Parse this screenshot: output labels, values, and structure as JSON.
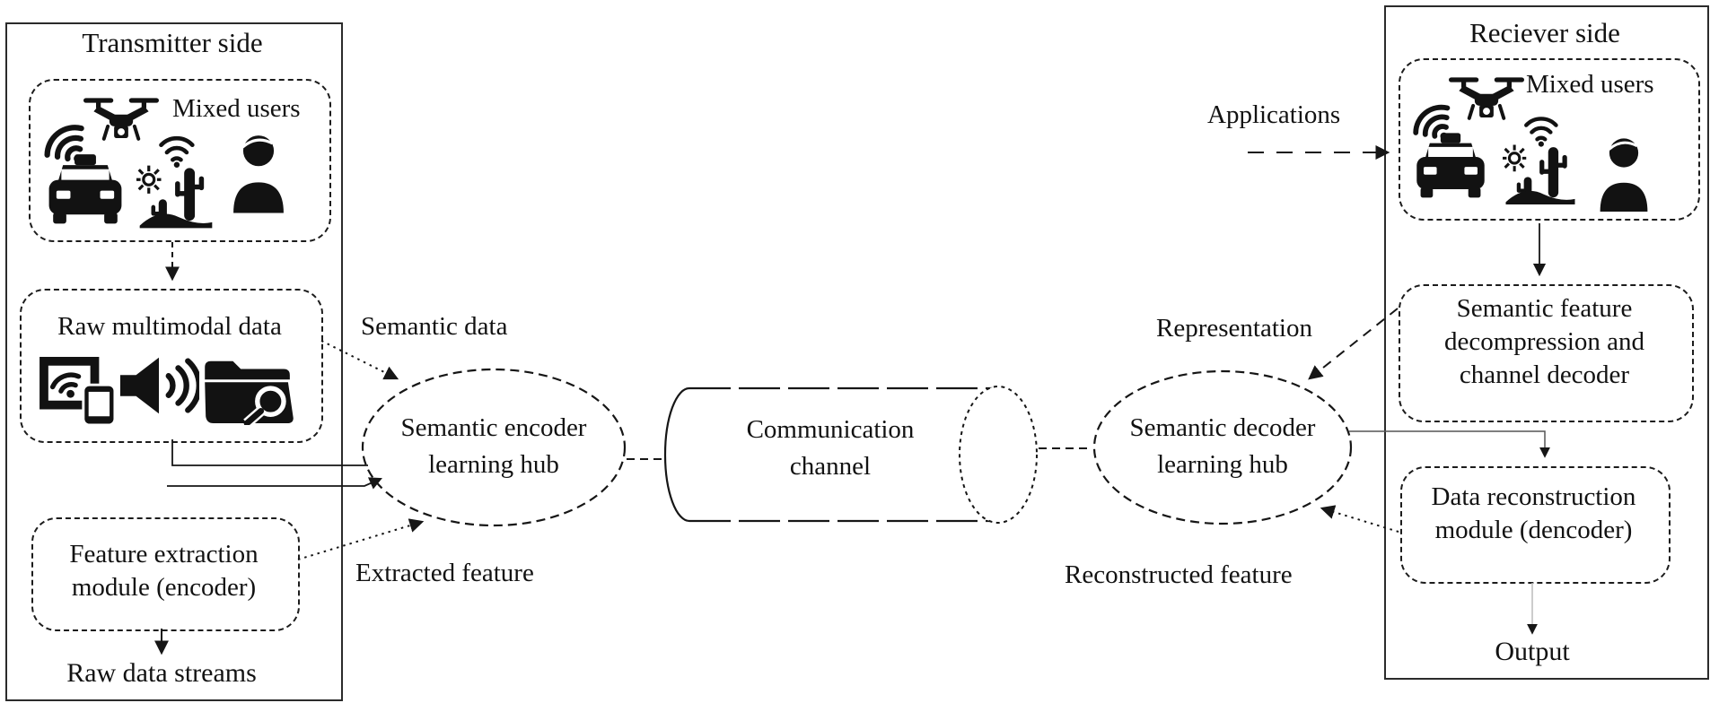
{
  "figure": {
    "colors": {
      "ink": "#121212",
      "background": "#ffffff"
    },
    "transmitter": {
      "title": "Transmitter side",
      "mixed_users": {
        "label": "Mixed users",
        "icons": [
          "wifi-icon",
          "drone-icon",
          "taxi-car-icon",
          "desert-cactus-sun-wifi-icon",
          "person-icon"
        ]
      },
      "raw_multimodal": {
        "label": "Raw multimodal data",
        "icons": [
          "smart-devices-wifi-icon",
          "speaker-sound-icon",
          "folder-search-icon"
        ]
      },
      "feature_extraction": {
        "line1": "Feature extraction",
        "line2": "module (encoder)"
      },
      "raw_data_streams": "Raw data streams"
    },
    "labels": {
      "semantic_data": "Semantic data",
      "extracted_feature": "Extracted feature",
      "representation": "Representation",
      "reconstructed_feature": "Reconstructed feature",
      "applications": "Applications"
    },
    "hubs": {
      "encoder": {
        "line1": "Semantic encoder",
        "line2": "learning hub"
      },
      "channel": {
        "line1": "Communication",
        "line2": "channel"
      },
      "decoder": {
        "line1": "Semantic decoder",
        "line2": "learning hub"
      }
    },
    "receiver": {
      "title": "Reciever side",
      "mixed_users": {
        "label": "Mixed users",
        "icons": [
          "wifi-icon",
          "drone-icon",
          "taxi-car-icon",
          "desert-cactus-sun-wifi-icon",
          "person-icon"
        ]
      },
      "decompression": {
        "line1": "Semantic feature",
        "line2": "decompression and",
        "line3": "channel decoder"
      },
      "data_reconstruction": {
        "line1": "Data reconstruction",
        "line2": "module (dencoder)"
      },
      "output": "Output"
    }
  }
}
